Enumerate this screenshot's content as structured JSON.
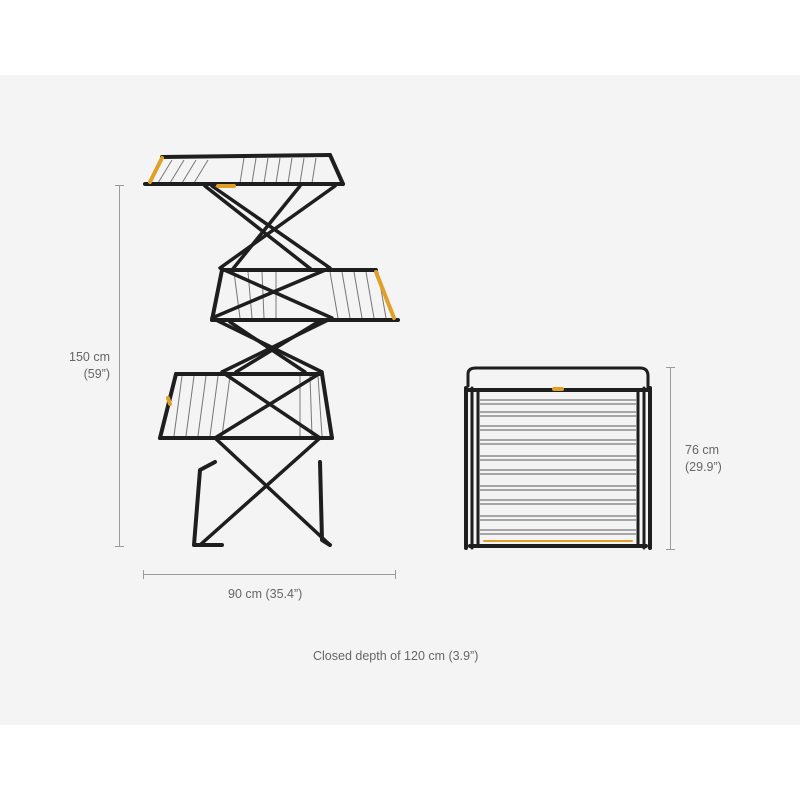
{
  "product_figure": {
    "height_dimension": {
      "metric": "150 cm",
      "imperial": "(59”)"
    },
    "width_dimension": {
      "metric": "90 cm (35.4”)"
    },
    "folded_height_dimension": {
      "metric": "76 cm",
      "imperial": "(29.9”)"
    },
    "closed_depth_caption": "Closed depth of 120 cm (3.9”)"
  },
  "colors": {
    "background": "#f4f4f4",
    "frame": "#1e1e1e",
    "accent": "#e0a028",
    "rails": "#777777",
    "dimension_lines": "#9a9a9a",
    "label_text": "#666666"
  }
}
